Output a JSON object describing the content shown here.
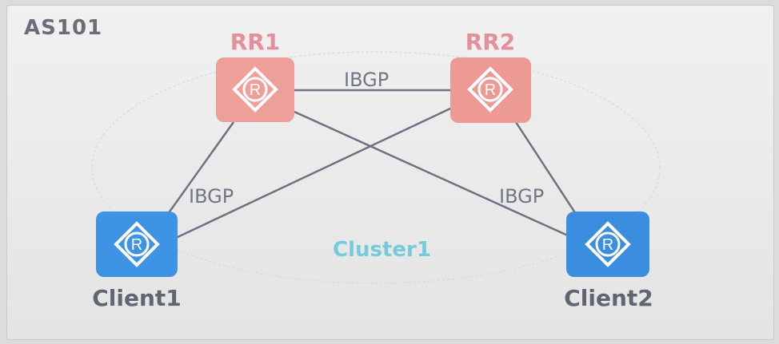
{
  "as_label": "AS101",
  "cluster_label": "Cluster1",
  "nodes": {
    "rr1": {
      "label": "RR1",
      "icon": "router-icon",
      "color": "#ee9f9a"
    },
    "rr2": {
      "label": "RR2",
      "icon": "router-icon",
      "color": "#ee9f9a"
    },
    "client1": {
      "label": "Client1",
      "icon": "router-icon",
      "color": "#3d8fe0"
    },
    "client2": {
      "label": "Client2",
      "icon": "router-icon",
      "color": "#3d8fe0"
    }
  },
  "links": {
    "rr1_rr2": "IBGP",
    "rr1_client1": "IBGP",
    "rr2_client2": "IBGP"
  },
  "colors": {
    "line": "#6e7280",
    "cluster_border": "#b8dde6"
  }
}
